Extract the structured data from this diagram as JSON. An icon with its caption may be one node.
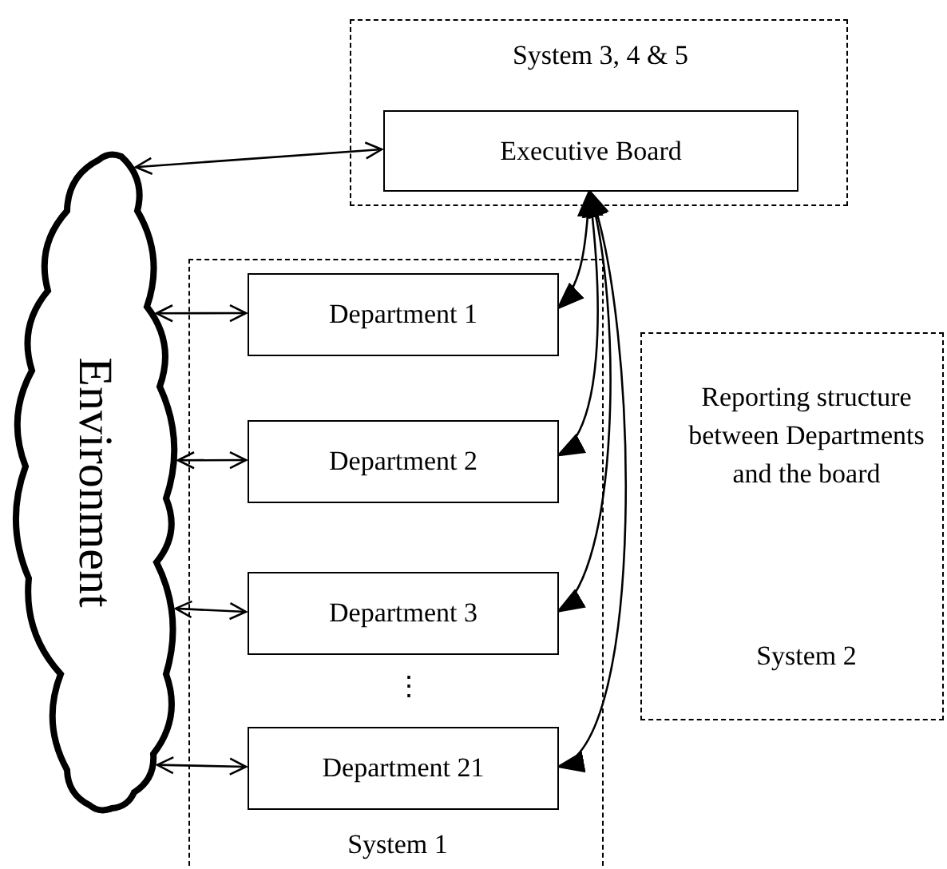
{
  "diagram": {
    "nodes": [
      {
        "text": [
          "System 3, 4 & 5"
        ]
      },
      {
        "text": [
          "Executive Board"
        ],
        "in": 0
      },
      {
        "text": [
          "System 1"
        ]
      },
      {
        "text": [
          "Department 1"
        ],
        "in": 2
      },
      {
        "text": [
          "Department 2"
        ],
        "in": 2
      },
      {
        "text": [
          "Department 3"
        ],
        "in": 2
      },
      {
        "text": [
          "Department 21"
        ],
        "in": 2
      },
      {
        "text": [
          "Reporting structure between Departments and the board",
          "System 2"
        ]
      },
      {
        "text": [
          "Environment"
        ]
      }
    ],
    "edges": [
      {
        "from": 8,
        "to": 1,
        "arrow": "both"
      },
      {
        "from": 8,
        "to": 3,
        "arrow": "both"
      },
      {
        "from": 8,
        "to": 4,
        "arrow": "both"
      },
      {
        "from": 8,
        "to": 5,
        "arrow": "both"
      },
      {
        "from": 8,
        "to": 6,
        "arrow": "both"
      },
      {
        "from": 1,
        "to": 3,
        "arrow": "both"
      },
      {
        "from": 1,
        "to": 4,
        "arrow": "both"
      },
      {
        "from": 1,
        "to": 5,
        "arrow": "both"
      },
      {
        "from": 1,
        "to": 6,
        "arrow": "both"
      }
    ],
    "labels": [
      "⋮"
    ]
  }
}
